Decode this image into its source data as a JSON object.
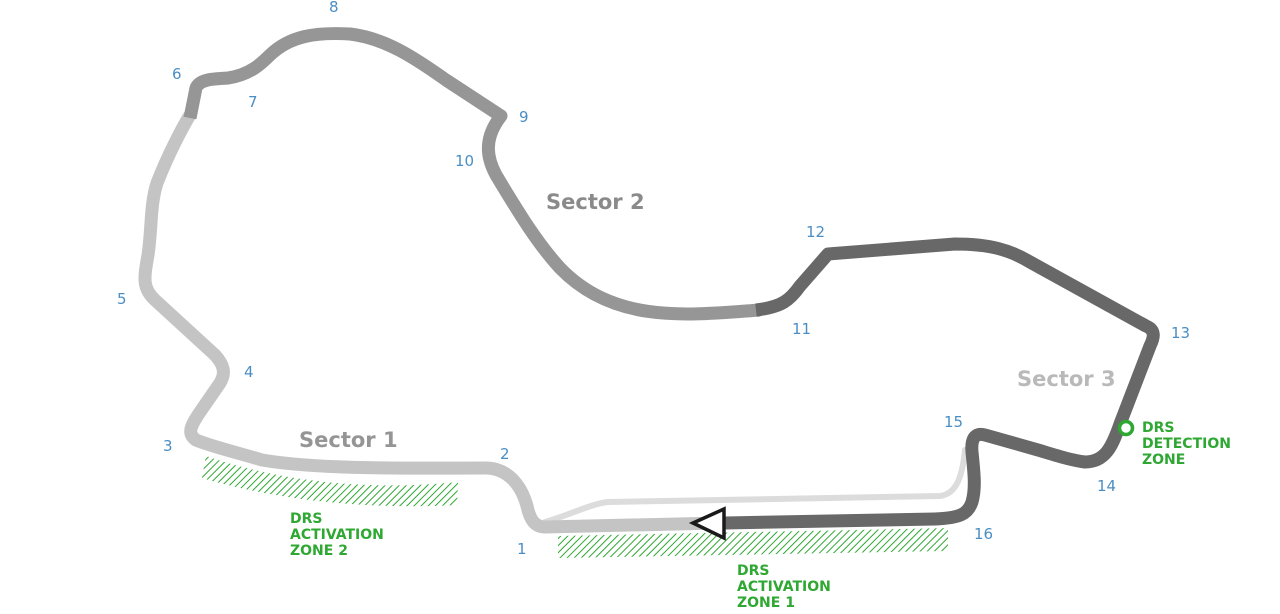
{
  "colors": {
    "sector1": "#c4c4c4",
    "sector2": "#969696",
    "sector3": "#686868",
    "pitlane": "#dcdcdc",
    "turn_number": "#4a8ec4",
    "drs": "#2ea832",
    "sector1_label": "#959595",
    "sector2_label": "#8a8a8a",
    "sector3_label": "#b9b9b9"
  },
  "turns": [
    "1",
    "2",
    "3",
    "4",
    "5",
    "6",
    "7",
    "8",
    "9",
    "10",
    "11",
    "12",
    "13",
    "14",
    "15",
    "16"
  ],
  "sectors": {
    "s1": "Sector 1",
    "s2": "Sector 2",
    "s3": "Sector 3"
  },
  "drs": {
    "detection": [
      "DRS",
      "DETECTION",
      "ZONE"
    ],
    "activation1": [
      "DRS",
      "ACTIVATION",
      "ZONE 1"
    ],
    "activation2": [
      "DRS",
      "ACTIVATION",
      "ZONE 2"
    ]
  },
  "icons": {
    "start_finish": "start-direction-arrow-icon",
    "detection_point": "drs-detection-point-icon"
  }
}
